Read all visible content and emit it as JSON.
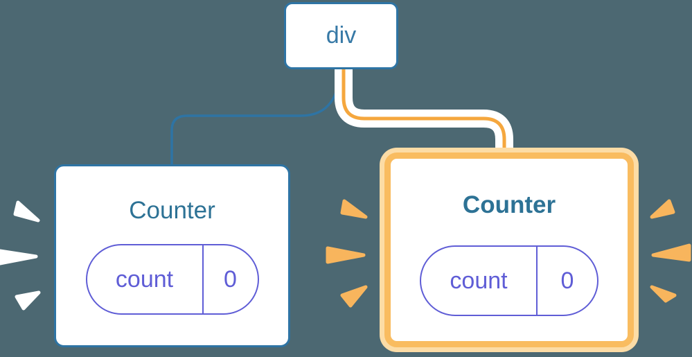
{
  "diagram": {
    "root_node": {
      "label": "div"
    },
    "left_counter": {
      "title": "Counter",
      "state_key": "count",
      "state_value": "0"
    },
    "right_counter": {
      "title": "Counter",
      "state_key": "count",
      "state_value": "0"
    }
  },
  "colors": {
    "background": "#4C6872",
    "blue_stroke": "#2E74A4",
    "node_text_blue": "#3779A6",
    "counter_title": "#2D7295",
    "pill_purple": "#5F5DD6",
    "connector_orange": "#F5A73E",
    "highlight_border_orange": "#F9BC60",
    "highlight_glow": "#FCDCA6",
    "spark_orange": "#F8B55D",
    "spark_white": "#FFFFFF",
    "card_bg": "#FFFFFF"
  }
}
